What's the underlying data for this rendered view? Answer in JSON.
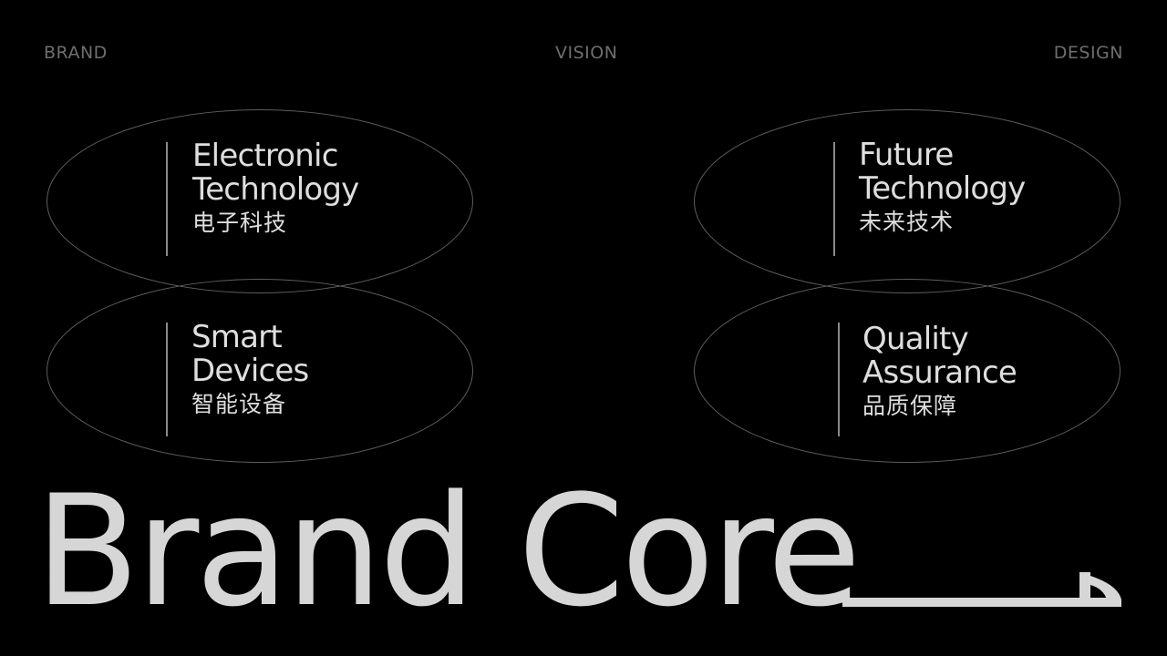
{
  "header": {
    "left": "BRAND",
    "center": "VISION",
    "right": "DESIGN"
  },
  "cards": [
    {
      "line1": "Electronic",
      "line2": "Technology",
      "zh": "电子科技"
    },
    {
      "line1": "Smart",
      "line2": "Devices",
      "zh": "智能设备"
    },
    {
      "line1": "Future",
      "line2": "Technology",
      "zh": "未来技术"
    },
    {
      "line1": "Quality",
      "line2": "Assurance",
      "zh": "品质保障"
    }
  ],
  "headline": "Brand Core",
  "colors": {
    "background": "#000000",
    "text": "#d6d6d6",
    "muted": "#6e6e6e",
    "outline": "#5e5e5e"
  }
}
